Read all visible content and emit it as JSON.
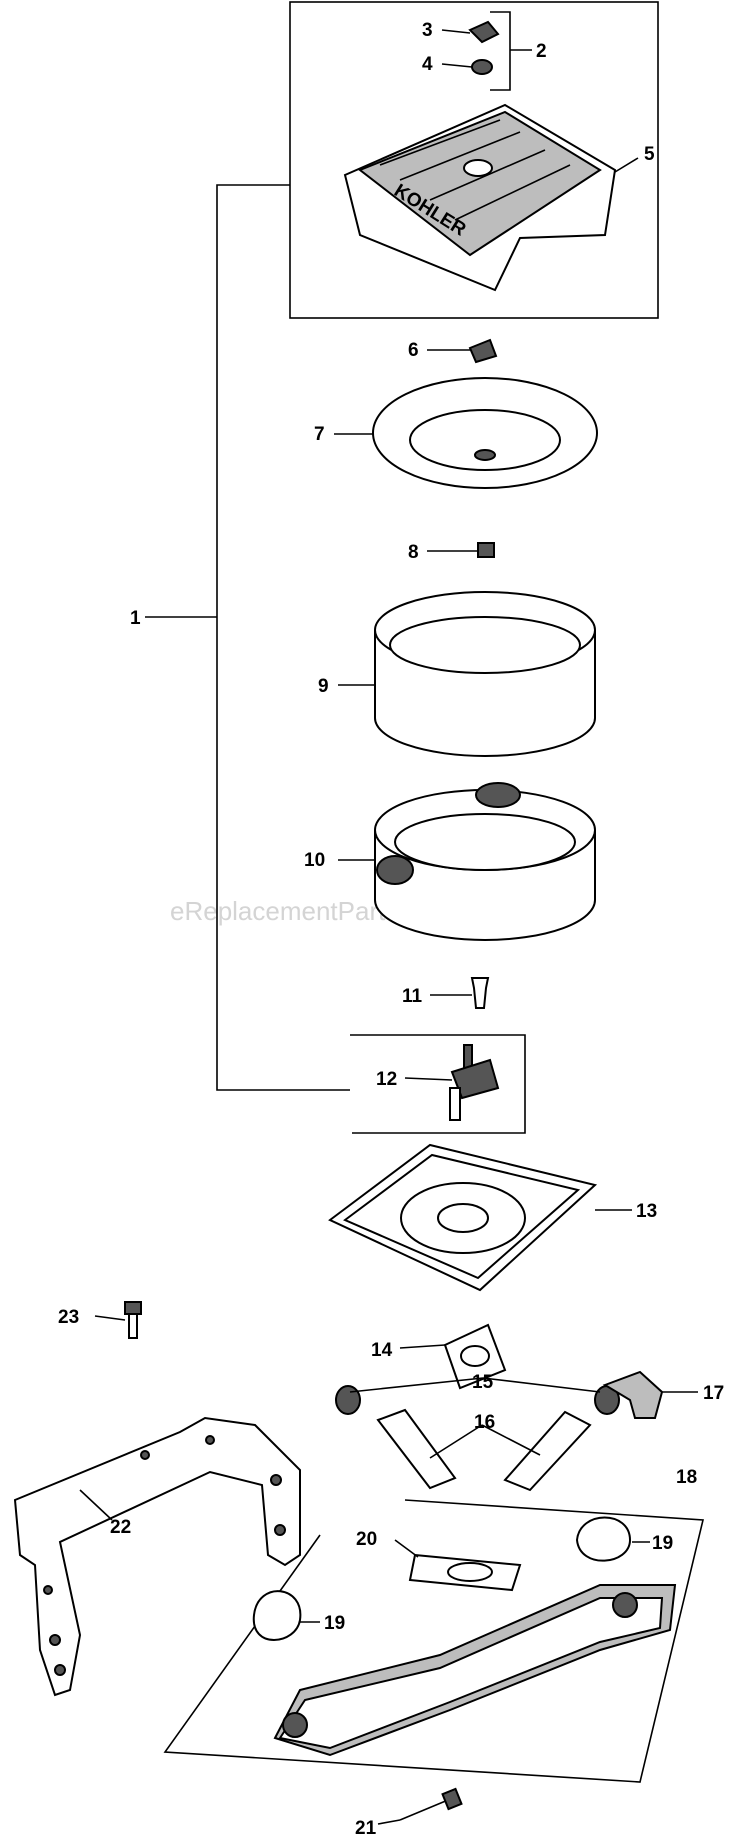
{
  "watermark": "eReplacementParts.com",
  "callouts": {
    "c1": "1",
    "c2": "2",
    "c3": "3",
    "c4": "4",
    "c5": "5",
    "c6": "6",
    "c7": "7",
    "c8": "8",
    "c9": "9",
    "c10": "10",
    "c11": "11",
    "c12": "12",
    "c13": "13",
    "c14": "14",
    "c15": "15",
    "c16": "16",
    "c17": "17",
    "c18": "18",
    "c19a": "19",
    "c19b": "19",
    "c20": "20",
    "c21": "21",
    "c22": "22",
    "c23": "23"
  },
  "logo_text": "KOHLER"
}
